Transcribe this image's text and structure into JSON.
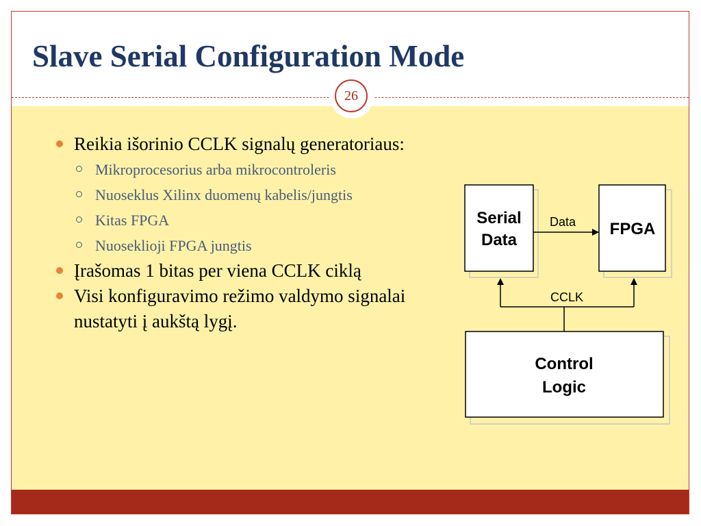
{
  "slide": {
    "title": "Slave Serial Configuration Mode",
    "page_number": "26",
    "colors": {
      "title": "#1f3864",
      "accent": "#c0392b",
      "content_background": "#fff2a8",
      "footer_bar": "#a52a1a",
      "bullet_dot": "#e8833a",
      "sub_bullet_text": "#4a5a7a"
    }
  },
  "bullets": [
    {
      "text": "Reikia išorinio CCLK signalų generatoriaus:",
      "sub": [
        "Mikroprocesorius arba mikrocontroleris",
        "Nuoseklus Xilinx duomenų kabelis/jungtis",
        "Kitas FPGA",
        "Nuoseklioji FPGA jungtis"
      ]
    },
    {
      "text": "Įrašomas 1 bitas per viena CCLK ciklą",
      "sub": []
    },
    {
      "text": "Visi konfiguravimo režimo valdymo signalai nustatyti į aukštą lygį.",
      "sub": []
    }
  ],
  "diagram": {
    "serial_data_box": [
      "Serial",
      "Data"
    ],
    "fpga_box": "FPGA",
    "control_logic_box": [
      "Control",
      "Logic"
    ],
    "data_label": "Data",
    "cclk_label": "CCLK"
  }
}
